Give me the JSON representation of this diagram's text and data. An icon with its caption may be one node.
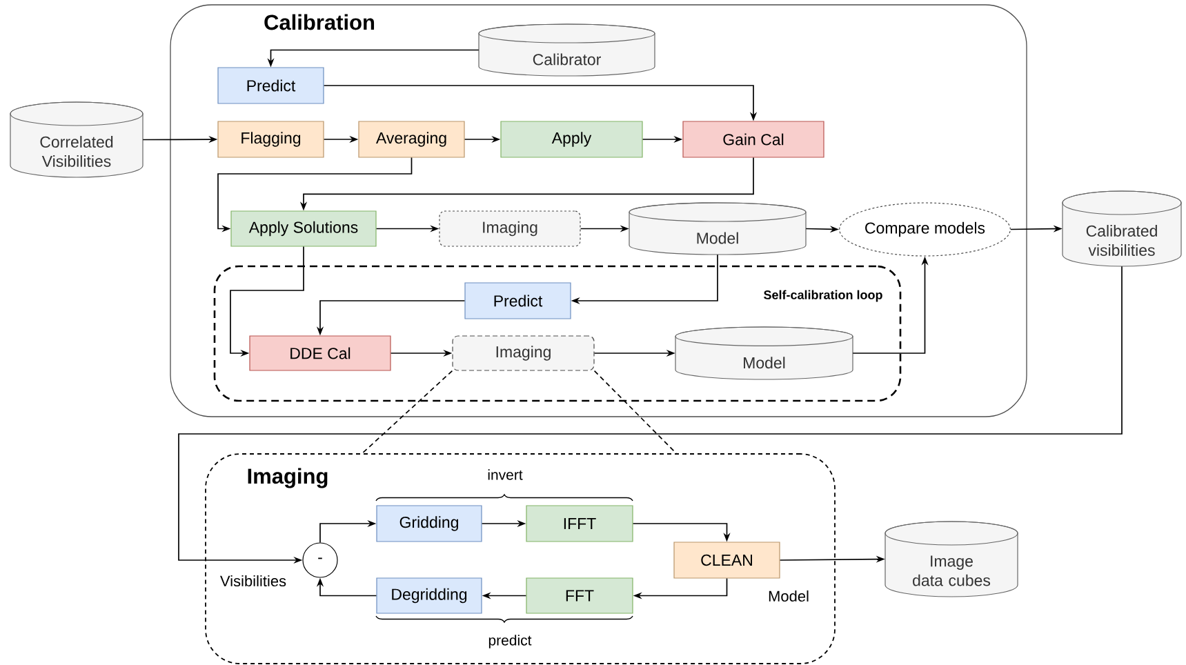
{
  "diagram": {
    "nodes": [
      {
        "text": [
          "Calibration"
        ]
      },
      {
        "text": [
          "Calibrator"
        ],
        "in": 0
      },
      {
        "text": [
          "Predict"
        ],
        "in": 0
      },
      {
        "text": [
          "Correlated Visibilities"
        ]
      },
      {
        "text": [
          "Flagging"
        ],
        "in": 0
      },
      {
        "text": [
          "Averaging"
        ],
        "in": 0
      },
      {
        "text": [
          "Apply"
        ],
        "in": 0
      },
      {
        "text": [
          "Gain Cal"
        ],
        "in": 0
      },
      {
        "text": [
          "Apply Solutions"
        ],
        "in": 0
      },
      {
        "text": [
          "Imaging"
        ],
        "in": 0
      },
      {
        "text": [
          "Model"
        ],
        "in": 0
      },
      {
        "text": [
          "Compare models"
        ],
        "in": 0
      },
      {
        "text": [
          "Self-calibration loop"
        ],
        "in": 0
      },
      {
        "text": [
          "Predict"
        ],
        "in": 12
      },
      {
        "text": [
          "DDE Cal"
        ],
        "in": 12
      },
      {
        "text": [
          "Imaging"
        ],
        "in": 12
      },
      {
        "text": [
          "Model"
        ],
        "in": 12
      },
      {
        "text": [
          "Calibrated visibilities"
        ]
      },
      {
        "text": [
          "Imaging"
        ]
      },
      {
        "text": [
          "-"
        ],
        "in": 18
      },
      {
        "text": [
          "Gridding"
        ],
        "in": 18
      },
      {
        "text": [
          "IFFT"
        ],
        "in": 18
      },
      {
        "text": [
          "Degridding"
        ],
        "in": 18
      },
      {
        "text": [
          "FFT"
        ],
        "in": 18
      },
      {
        "text": [
          "CLEAN"
        ],
        "in": 18
      },
      {
        "text": [
          "Image data cubes"
        ]
      }
    ],
    "edges": [
      {
        "from": 1,
        "to": 2,
        "arrow": "to"
      },
      {
        "from": 3,
        "to": 4,
        "arrow": "to"
      },
      {
        "from": 2,
        "to": 7,
        "arrow": "to"
      },
      {
        "from": 4,
        "to": 5,
        "arrow": "to"
      },
      {
        "from": 5,
        "to": 6,
        "arrow": "to"
      },
      {
        "from": 6,
        "to": 7,
        "arrow": "to"
      },
      {
        "from": 5,
        "to": 8,
        "arrow": "to"
      },
      {
        "from": 7,
        "to": 8,
        "arrow": "to"
      },
      {
        "from": 8,
        "to": 9,
        "arrow": "to"
      },
      {
        "from": 9,
        "to": 10,
        "arrow": "to"
      },
      {
        "from": 10,
        "to": 11,
        "arrow": "to"
      },
      {
        "from": 11,
        "to": 17,
        "arrow": "to"
      },
      {
        "from": 10,
        "to": 13,
        "arrow": "to"
      },
      {
        "from": 8,
        "to": 14,
        "arrow": "to"
      },
      {
        "from": 13,
        "to": 14,
        "arrow": "to"
      },
      {
        "from": 14,
        "to": 15,
        "arrow": "to"
      },
      {
        "from": 15,
        "to": 16,
        "arrow": "to"
      },
      {
        "from": 16,
        "to": 11,
        "arrow": "to"
      },
      {
        "from": 17,
        "to": 19,
        "arrow": "to",
        "label": "Visibilities"
      },
      {
        "from": 19,
        "to": 20,
        "arrow": "to"
      },
      {
        "from": 20,
        "to": 21,
        "arrow": "to"
      },
      {
        "from": 21,
        "to": 24,
        "arrow": "to"
      },
      {
        "from": 24,
        "to": 23,
        "arrow": "to",
        "label": "Model"
      },
      {
        "from": 23,
        "to": 22,
        "arrow": "to"
      },
      {
        "from": 22,
        "to": 19,
        "arrow": "to"
      },
      {
        "from": 24,
        "to": 25,
        "arrow": "to"
      },
      {
        "from": 15,
        "to": 18,
        "arrow": "none",
        "style": "dashed"
      },
      {
        "from": 15,
        "to": 18,
        "arrow": "none",
        "style": "dashed"
      }
    ],
    "labels": [
      "invert",
      "predict"
    ]
  }
}
